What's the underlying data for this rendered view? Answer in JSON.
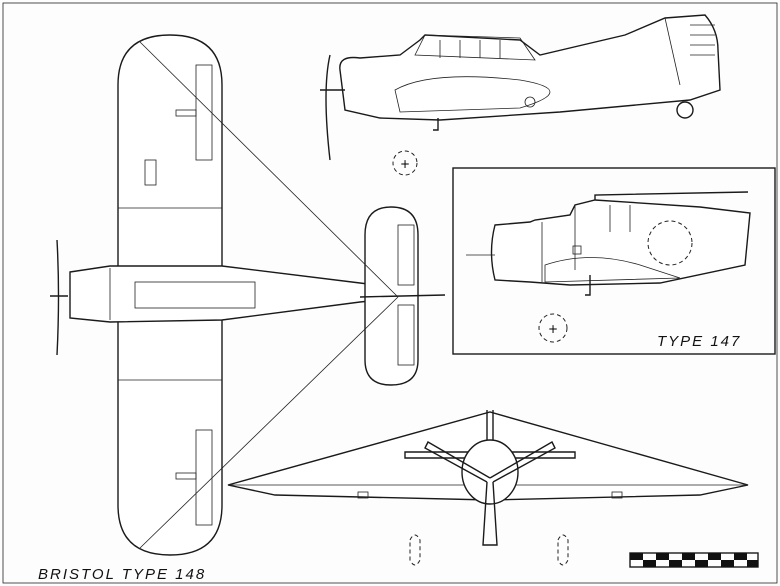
{
  "title": "BRISTOL TYPE 148",
  "inset": {
    "label": "TYPE 147"
  },
  "views": [
    "plan-view",
    "side-view",
    "front-view",
    "inset-side-view-type-147"
  ],
  "scale_bar": {
    "segments": 10
  }
}
